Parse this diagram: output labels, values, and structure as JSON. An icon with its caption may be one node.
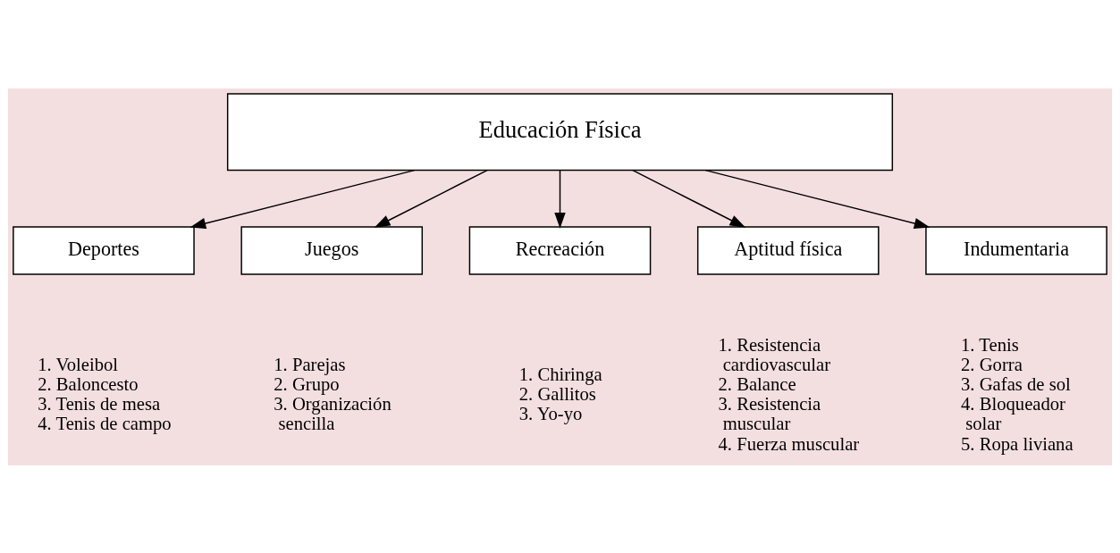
{
  "diagram": {
    "nodes": [
      {
        "text": [
          "Educación Física"
        ]
      },
      {
        "text": [
          "Deportes"
        ],
        "beside": [
          "1. Voleibol",
          "2. Baloncesto",
          "3. Tenis de mesa",
          "4. Tenis de campo"
        ]
      },
      {
        "text": [
          "Juegos"
        ],
        "beside": [
          "1. Parejas",
          "2. Grupo",
          "3. Organización sencilla"
        ]
      },
      {
        "text": [
          "Recreación"
        ],
        "beside": [
          "1. Chiringa",
          "2. Gallitos",
          "3. Yo-yo"
        ]
      },
      {
        "text": [
          "Aptitud física"
        ],
        "beside": [
          "1. Resistencia cardiovascular",
          "2. Balance",
          "3. Resistencia muscular",
          "4. Fuerza muscular"
        ]
      },
      {
        "text": [
          "Indumentaria"
        ],
        "beside": [
          "1. Tenis",
          "2. Gorra",
          "3. Gafas de sol",
          "4. Bloqueador solar",
          "5. Ropa liviana"
        ]
      }
    ],
    "edges": [
      {
        "from": 0,
        "to": 1,
        "arrow": "to"
      },
      {
        "from": 0,
        "to": 2,
        "arrow": "to"
      },
      {
        "from": 0,
        "to": 3,
        "arrow": "to"
      },
      {
        "from": 0,
        "to": 4,
        "arrow": "to"
      },
      {
        "from": 0,
        "to": 5,
        "arrow": "to"
      }
    ]
  }
}
